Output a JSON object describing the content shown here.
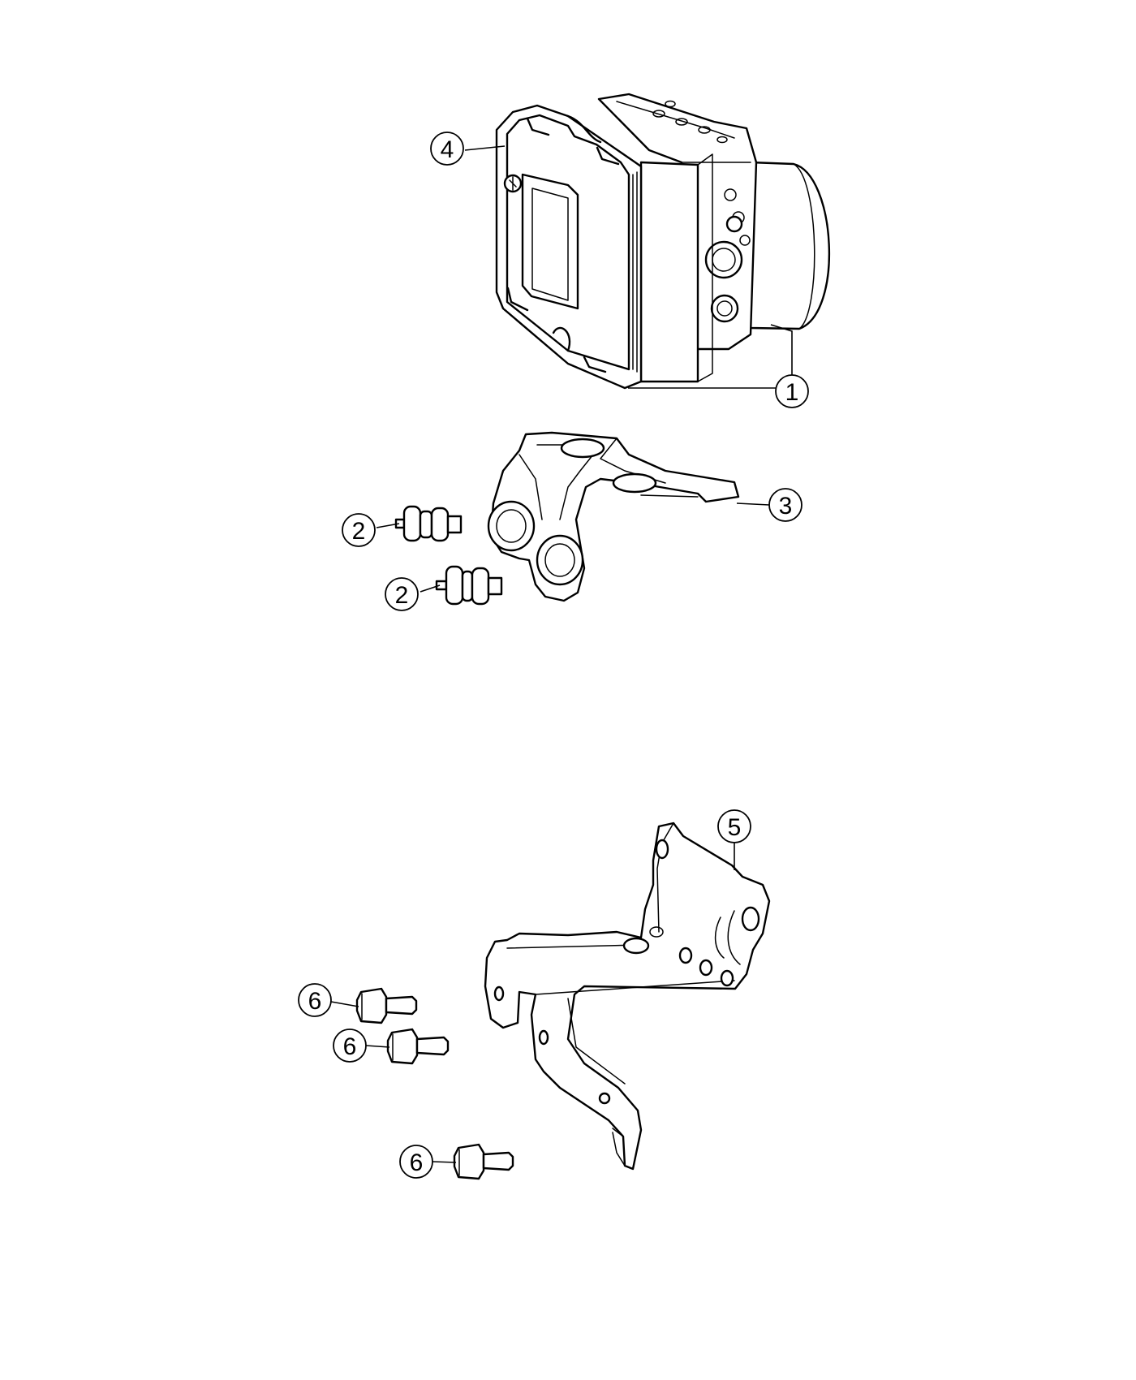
{
  "callouts": [
    {
      "id": "4",
      "label": "4"
    },
    {
      "id": "1",
      "label": "1"
    },
    {
      "id": "3",
      "label": "3"
    },
    {
      "id": "2a",
      "label": "2"
    },
    {
      "id": "2b",
      "label": "2"
    },
    {
      "id": "5",
      "label": "5"
    },
    {
      "id": "6a",
      "label": "6"
    },
    {
      "id": "6b",
      "label": "6"
    },
    {
      "id": "6c",
      "label": "6"
    }
  ]
}
